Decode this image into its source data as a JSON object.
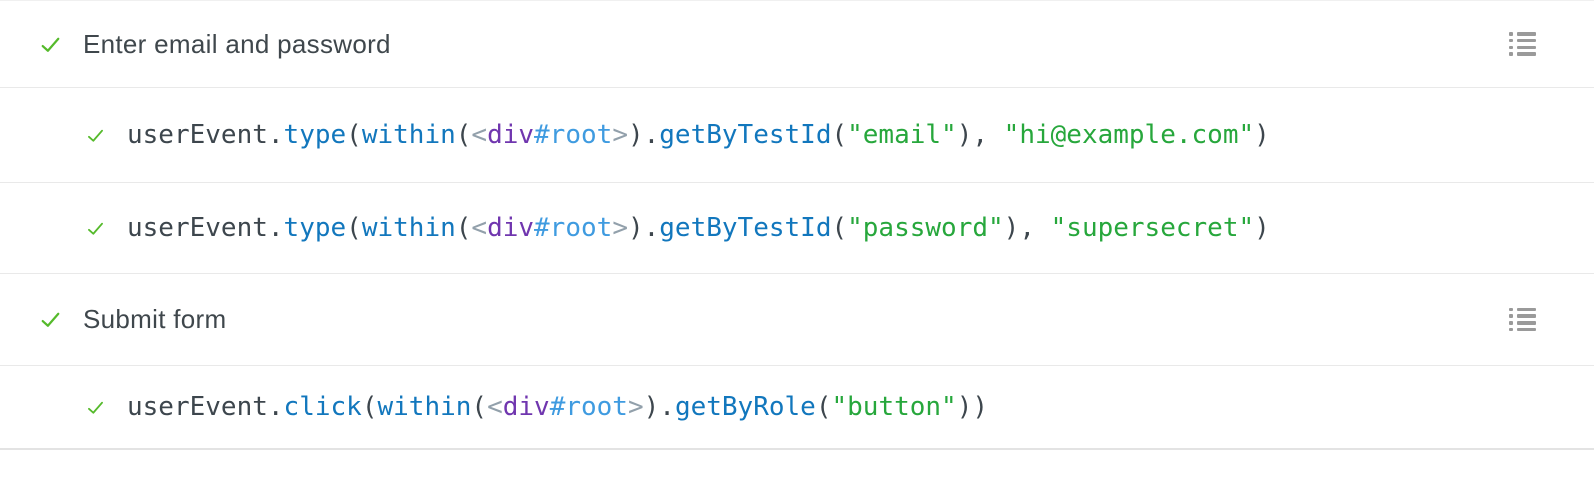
{
  "colors": {
    "check_green": "#55ba2b",
    "string_green": "#27a73c",
    "method_blue": "#1277bd",
    "id_light_blue": "#3f9be0",
    "tag_purple": "#7036af",
    "bracket_slate": "#92a0ab",
    "text_dark": "#3f474c",
    "divider": "#e9e9e9",
    "icon_gray": "#9a9a9a"
  },
  "rows": [
    {
      "kind": "step",
      "status": "passed",
      "label": "Enter email and password",
      "right_icon": "list-icon"
    },
    {
      "kind": "code",
      "status": "passed",
      "tokens": [
        {
          "c": "plain",
          "t": "userEvent."
        },
        {
          "c": "method",
          "t": "type"
        },
        {
          "c": "plain",
          "t": "("
        },
        {
          "c": "method",
          "t": "within"
        },
        {
          "c": "plain",
          "t": "("
        },
        {
          "c": "bracket",
          "t": "<"
        },
        {
          "c": "tag",
          "t": "div"
        },
        {
          "c": "id",
          "t": "#root"
        },
        {
          "c": "bracket",
          "t": ">"
        },
        {
          "c": "plain",
          "t": ")."
        },
        {
          "c": "method",
          "t": "getByTestId"
        },
        {
          "c": "plain",
          "t": "("
        },
        {
          "c": "string",
          "t": "\"email\""
        },
        {
          "c": "plain",
          "t": "), "
        },
        {
          "c": "string",
          "t": "\"hi@example.com\""
        },
        {
          "c": "plain",
          "t": ")"
        }
      ]
    },
    {
      "kind": "code",
      "status": "passed",
      "tokens": [
        {
          "c": "plain",
          "t": "userEvent."
        },
        {
          "c": "method",
          "t": "type"
        },
        {
          "c": "plain",
          "t": "("
        },
        {
          "c": "method",
          "t": "within"
        },
        {
          "c": "plain",
          "t": "("
        },
        {
          "c": "bracket",
          "t": "<"
        },
        {
          "c": "tag",
          "t": "div"
        },
        {
          "c": "id",
          "t": "#root"
        },
        {
          "c": "bracket",
          "t": ">"
        },
        {
          "c": "plain",
          "t": ")."
        },
        {
          "c": "method",
          "t": "getByTestId"
        },
        {
          "c": "plain",
          "t": "("
        },
        {
          "c": "string",
          "t": "\"password\""
        },
        {
          "c": "plain",
          "t": "), "
        },
        {
          "c": "string",
          "t": "\"supersecret\""
        },
        {
          "c": "plain",
          "t": ")"
        }
      ]
    },
    {
      "kind": "step",
      "status": "passed",
      "label": "Submit form",
      "right_icon": "list-icon"
    },
    {
      "kind": "code",
      "status": "passed",
      "tokens": [
        {
          "c": "plain",
          "t": "userEvent."
        },
        {
          "c": "method",
          "t": "click"
        },
        {
          "c": "plain",
          "t": "("
        },
        {
          "c": "method",
          "t": "within"
        },
        {
          "c": "plain",
          "t": "("
        },
        {
          "c": "bracket",
          "t": "<"
        },
        {
          "c": "tag",
          "t": "div"
        },
        {
          "c": "id",
          "t": "#root"
        },
        {
          "c": "bracket",
          "t": ">"
        },
        {
          "c": "plain",
          "t": ")."
        },
        {
          "c": "method",
          "t": "getByRole"
        },
        {
          "c": "plain",
          "t": "("
        },
        {
          "c": "string",
          "t": "\"button\""
        },
        {
          "c": "plain",
          "t": "))"
        }
      ]
    }
  ]
}
